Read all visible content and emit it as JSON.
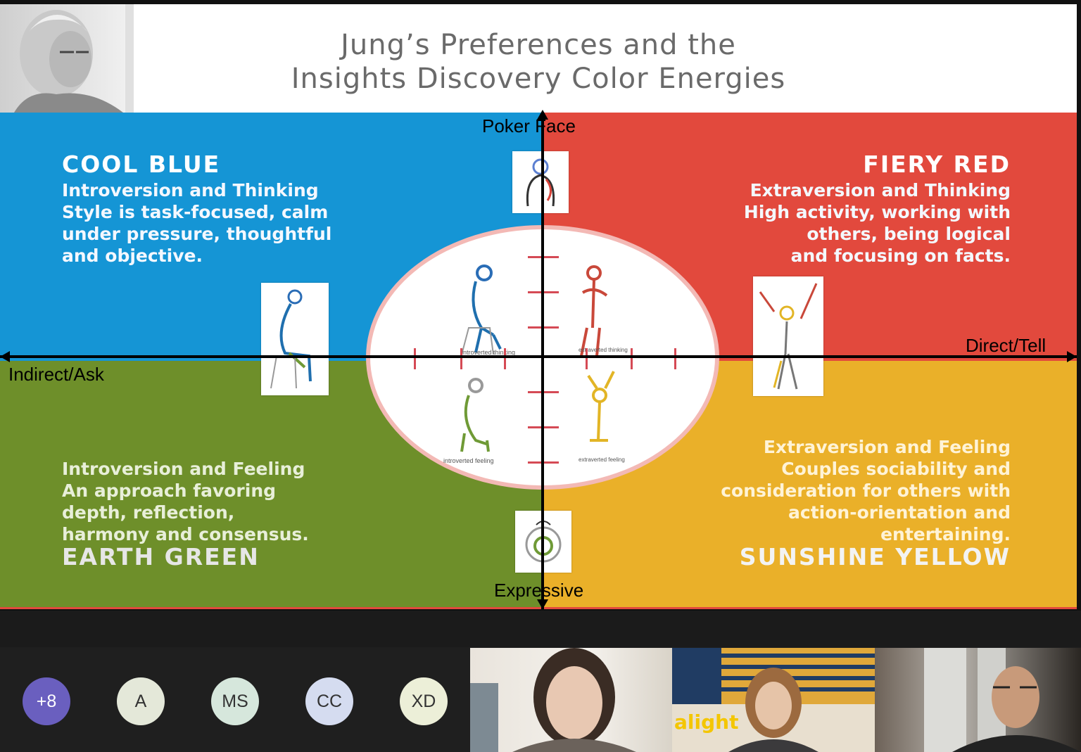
{
  "slide": {
    "title_line_1": "Jung’s Preferences and the",
    "title_line_2": "Insights Discovery Color Energies",
    "axis_labels": {
      "top": "Poker Face",
      "bottom": "Expressive",
      "left": "Indirect/Ask",
      "right": "Direct/Tell"
    },
    "quadrants": {
      "blue": {
        "heading": "COOL BLUE",
        "lines": [
          "Introversion and Thinking",
          "Style is task-focused, calm",
          "under pressure, thoughtful",
          "and objective."
        ],
        "color": "#1595d5"
      },
      "red": {
        "heading": "FIERY RED",
        "lines": [
          "Extraversion and Thinking",
          "High activity, working with",
          "others, being logical",
          "and focusing on facts."
        ],
        "color": "#e2493d"
      },
      "green": {
        "heading": "EARTH GREEN",
        "lines": [
          "Introversion and Feeling",
          "An approach favoring",
          "depth, reflection,",
          "harmony and consensus."
        ],
        "color": "#6e8f2a"
      },
      "yellow": {
        "heading": "SUNSHINE YELLOW",
        "lines": [
          "Extraversion and Feeling",
          "Couples sociability and",
          "consideration for others with",
          "action-orientation and",
          "entertaining."
        ],
        "color": "#eab029"
      }
    },
    "ellipse_labels": {
      "introverted_thinking": "introverted thinking",
      "extraverted_thinking": "extraverted thinking",
      "introverted_feeling": "introverted feeling",
      "extraverted_feeling": "extraverted feeling"
    }
  },
  "meeting": {
    "participants": [
      {
        "initials": "+8",
        "color": "#6a5fbf"
      },
      {
        "initials": "A",
        "color": "#e4e8d9"
      },
      {
        "initials": "MS",
        "color": "#d6e7dc"
      },
      {
        "initials": "CC",
        "color": "#d5dcf0"
      },
      {
        "initials": "XD",
        "color": "#ecefd8"
      }
    ],
    "video_logo_text": "alight"
  }
}
